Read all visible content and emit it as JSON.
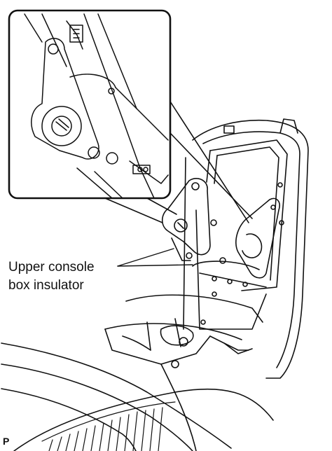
{
  "callout": {
    "line1": "Upper console",
    "line2": "box insulator"
  },
  "figure_code": "P",
  "colors": {
    "ink": "#111111",
    "paper": "#ffffff"
  }
}
